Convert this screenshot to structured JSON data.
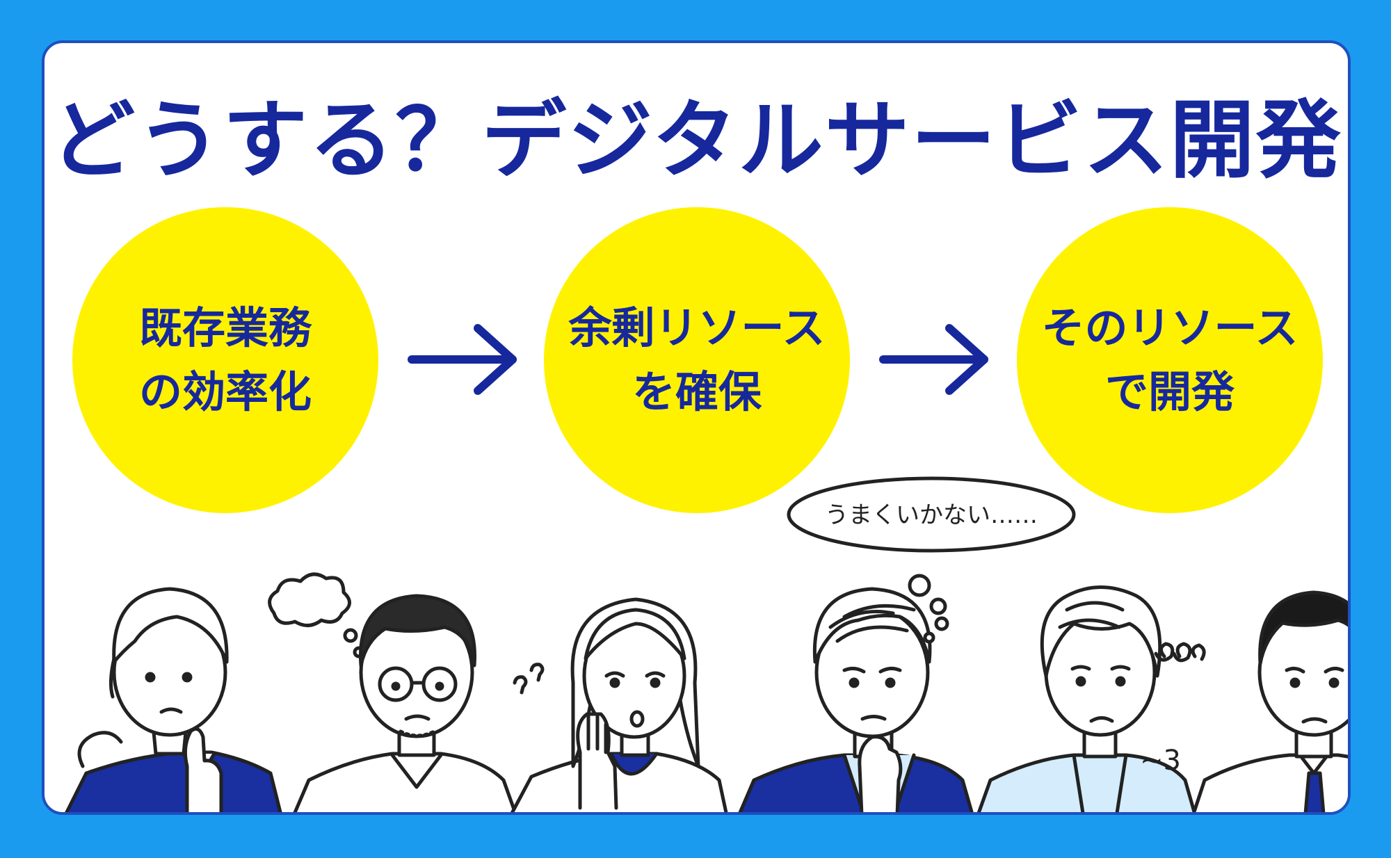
{
  "title": "どうする？デジタルサービス開発",
  "steps": [
    {
      "line1": "既存業務",
      "line2": "の効率化"
    },
    {
      "line1": "余剰リソース",
      "line2": "を確保"
    },
    {
      "line1": "そのリソース",
      "line2": "で開発"
    }
  ],
  "speech_bubble": "うまくいかない……",
  "sigh_mark": "~3",
  "colors": {
    "background": "#1a9bf0",
    "card": "#ffffff",
    "text": "#16289c",
    "circle": "#fff200",
    "jacket": "#1a2fa0",
    "light_blue": "#d4ecfb"
  },
  "icons": {
    "arrow": "right-arrow-icon",
    "thought": "thought-cloud-icon",
    "confused": "question-marks-icon",
    "dizzy": "swirl-icon"
  }
}
